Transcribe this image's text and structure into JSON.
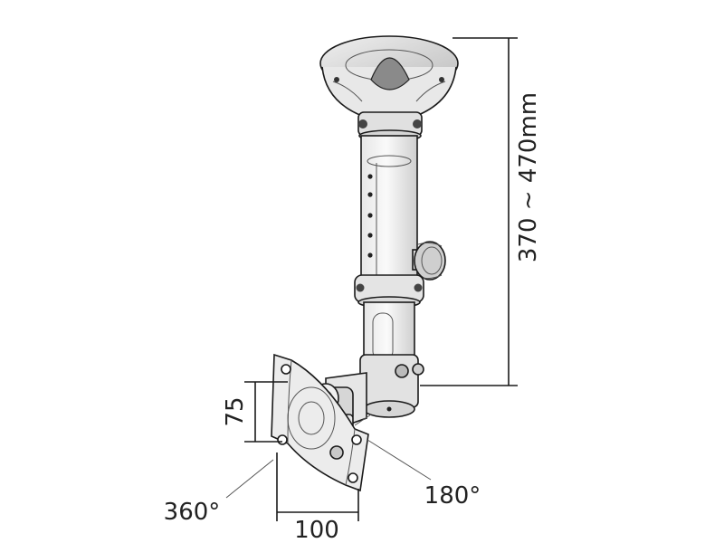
{
  "dimensions": {
    "height": "370 ~ 470mm",
    "vesa_vertical": "75",
    "vesa_horizontal": "100"
  },
  "rotation": {
    "swivel": "360°",
    "tilt": "180°"
  }
}
